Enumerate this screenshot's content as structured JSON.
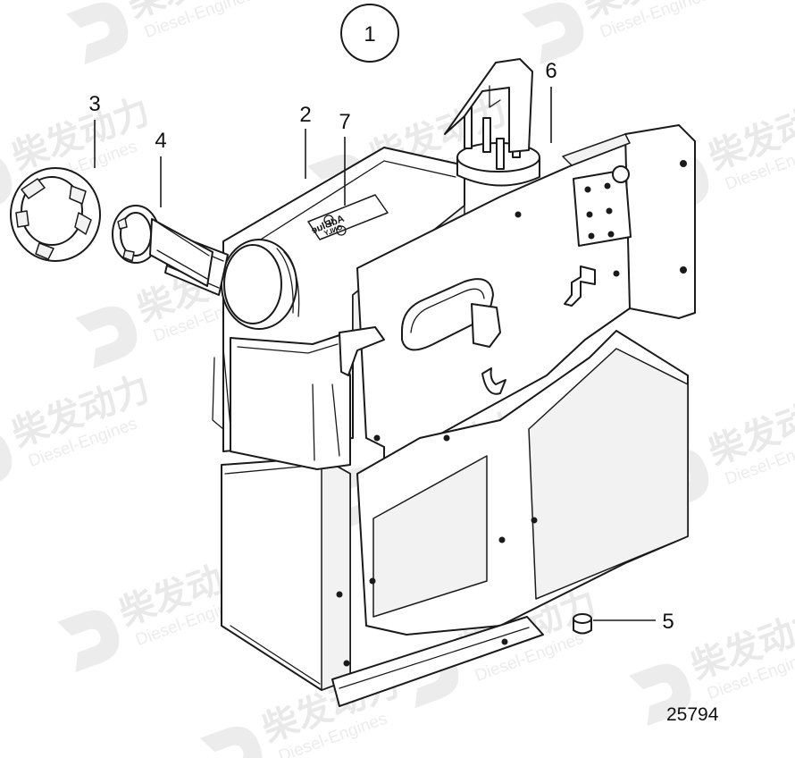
{
  "watermark": {
    "brand_cn": "柴发动力",
    "brand_en": "Diesel-Engines"
  },
  "diagram": {
    "group_number": "1",
    "figure_number": "25794",
    "decal_text": [
      "AdBlue",
      "ONLY"
    ],
    "callouts": [
      {
        "id": "callout-1",
        "label": "1"
      },
      {
        "id": "callout-2",
        "label": "2"
      },
      {
        "id": "callout-3",
        "label": "3"
      },
      {
        "id": "callout-4",
        "label": "4"
      },
      {
        "id": "callout-5",
        "label": "5"
      },
      {
        "id": "callout-6",
        "label": "6"
      },
      {
        "id": "callout-7",
        "label": "7"
      }
    ]
  },
  "colors": {
    "line": "#1a1a1a",
    "watermark": "#e9e9e9",
    "background": "#ffffff"
  }
}
